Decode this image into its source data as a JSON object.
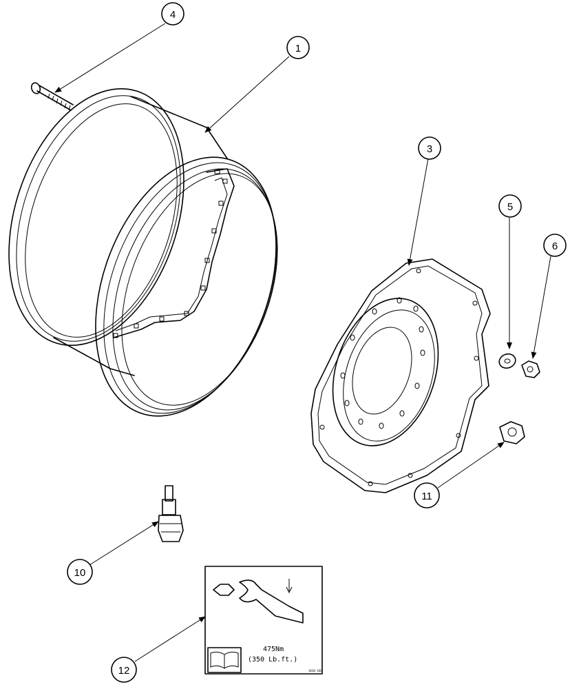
{
  "callouts": {
    "c1": "1",
    "c3": "3",
    "c4": "4",
    "c5": "5",
    "c6": "6",
    "c10": "10",
    "c11": "11",
    "c12": "12"
  },
  "decal": {
    "torque_nm": "475Nm",
    "torque_lbft": "(350 Lb.ft.)",
    "code": "1010-102"
  }
}
